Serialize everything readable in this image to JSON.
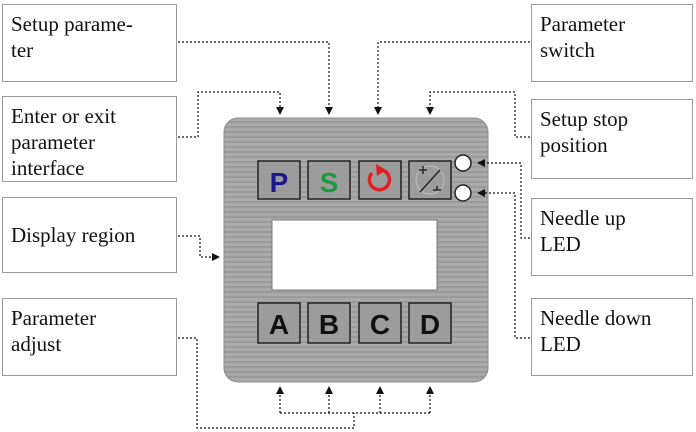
{
  "callouts": {
    "setup_parameter": "Setup parame-\nter",
    "enter_exit": "Enter or exit\nparameter\ninterface",
    "display_region": "Display region",
    "parameter_adjust": "Parameter\nadjust",
    "parameter_switch": "Parameter\nswitch",
    "setup_stop": "Setup stop\nposition",
    "needle_up": "Needle up\nLED",
    "needle_down": "Needle down\nLED"
  },
  "keys": {
    "p": "P",
    "s": "S",
    "a": "A",
    "b": "B",
    "c": "C",
    "d": "D"
  },
  "icons": {
    "reset": "circular-arrow-icon",
    "stop_position": "needle-position-icon"
  },
  "colors": {
    "panel": "#a9a9a9",
    "panel_line": "#8a8a8a",
    "p_key": "#1a1a8c",
    "s_key": "#1e9a3c",
    "reset_key": "#e02020",
    "letter_key": "#111111"
  }
}
